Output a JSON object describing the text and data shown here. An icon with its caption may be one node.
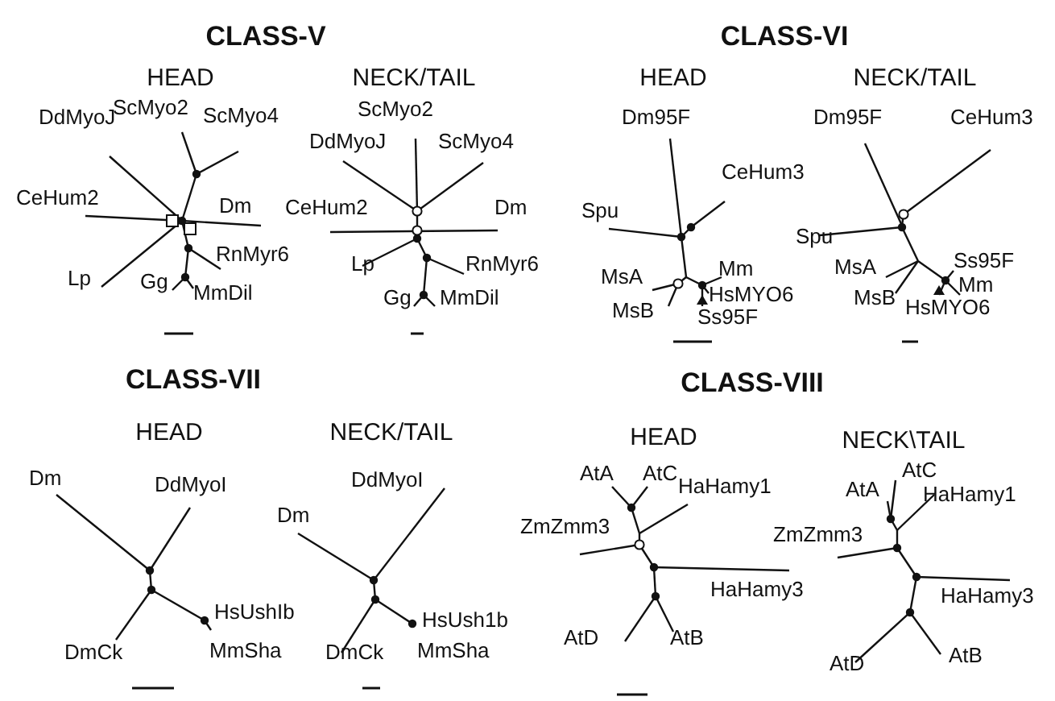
{
  "diagram": {
    "labels": [
      "CLASS-V",
      "HEAD",
      "NECK/TAIL",
      "DdMyoJ",
      "ScMyo2",
      "ScMyo4",
      "CeHum2",
      "Dm",
      "RnMyr6",
      "Lp",
      "Gg",
      "MmDil",
      "ScMyo2",
      "DdMyoJ",
      "ScMyo4",
      "CeHum2",
      "Dm",
      "Lp",
      "RnMyr6",
      "Gg",
      "MmDil",
      "CLASS-VI",
      "HEAD",
      "NECK/TAIL",
      "Dm95F",
      "CeHum3",
      "Spu",
      "Mm",
      "MsA",
      "HsMYO6",
      "MsB",
      "Ss95F",
      "Dm95F",
      "CeHum3",
      "Spu",
      "MsA",
      "Ss95F",
      "MsB",
      "Mm",
      "HsMYO6",
      "CLASS-VII",
      "HEAD",
      "NECK/TAIL",
      "Dm",
      "DdMyoI",
      "HsUshIb",
      "DmCk",
      "MmSha",
      "DdMyoI",
      "Dm",
      "HsUsh1b",
      "DmCk",
      "MmSha",
      "CLASS-VIII",
      "HEAD",
      "NECK\\TAIL",
      "AtA",
      "AtC",
      "HaHamy1",
      "ZmZmm3",
      "HaHamy3",
      "AtD",
      "AtB",
      "AtC",
      "AtA",
      "HaHamy1",
      "ZmZmm3",
      "HaHamy3",
      "AtD",
      "AtB"
    ]
  }
}
